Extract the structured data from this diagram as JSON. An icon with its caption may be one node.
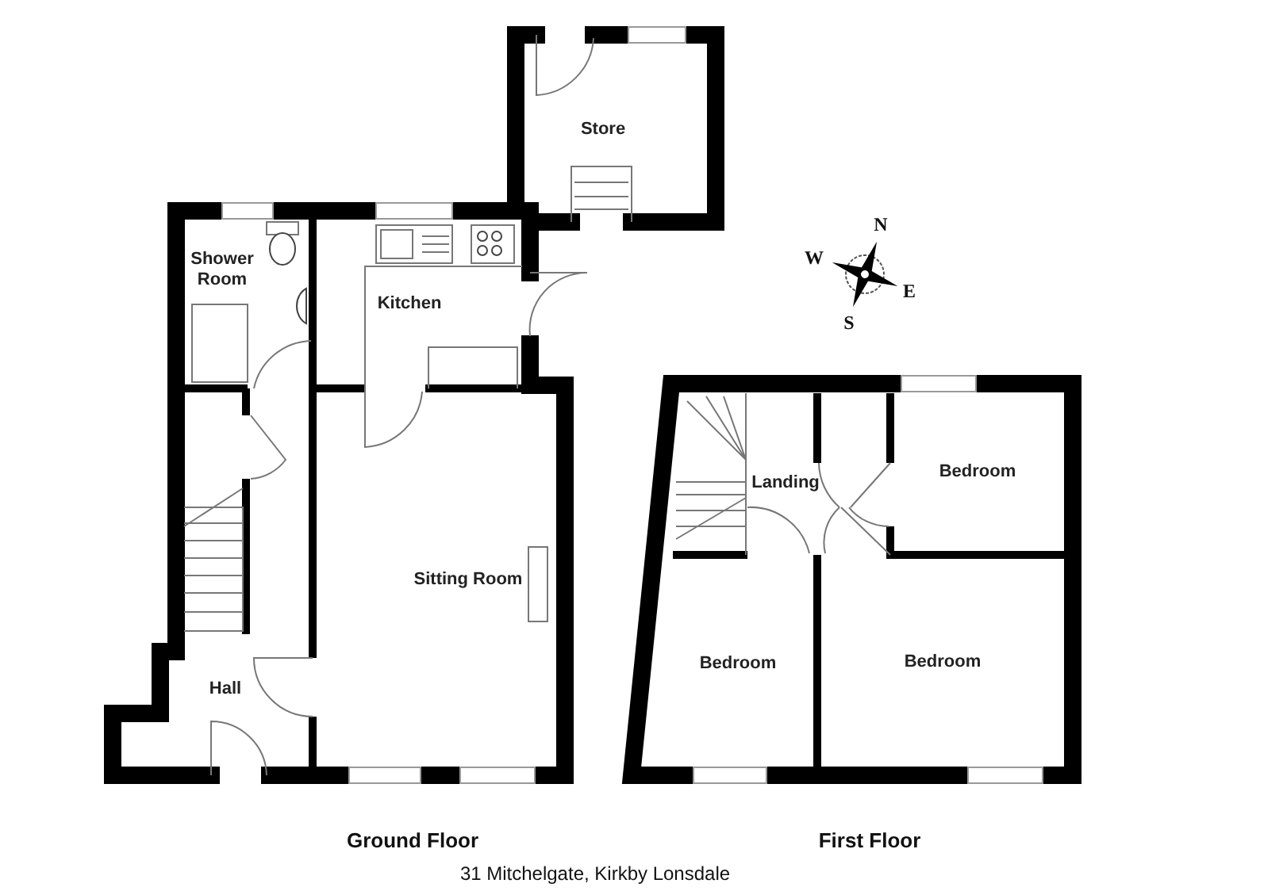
{
  "diagram": {
    "caption": "31 Mitchelgate, Kirkby Lonsdale",
    "nodes": [
      {
        "text": [
          "Store"
        ]
      },
      {
        "text": [
          "Shower Room"
        ]
      },
      {
        "text": [
          "Kitchen"
        ]
      },
      {
        "text": [
          "Sitting Room"
        ]
      },
      {
        "text": [
          "Hall"
        ]
      },
      {
        "text": [
          "Landing"
        ]
      },
      {
        "text": [
          "Bedroom"
        ]
      },
      {
        "text": [
          "Bedroom"
        ]
      },
      {
        "text": [
          "Bedroom"
        ]
      }
    ],
    "labels": [
      "N",
      "W",
      "E",
      "S",
      "Ground Floor",
      "First Floor"
    ]
  }
}
